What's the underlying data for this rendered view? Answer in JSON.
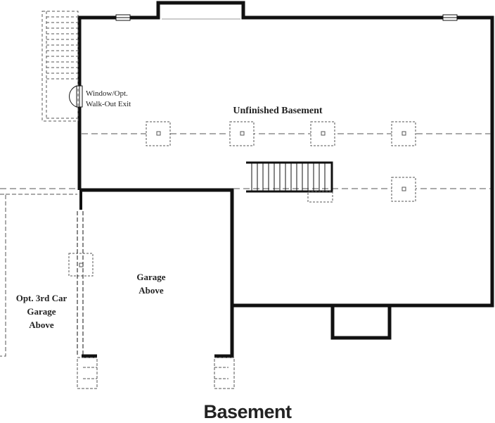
{
  "plan": {
    "title": "Basement",
    "rooms": {
      "basement": "Unfinished Basement",
      "garage": [
        "Garage",
        "Above"
      ],
      "third_car": [
        "Opt. 3rd Car",
        "Garage",
        "Above"
      ]
    },
    "window_note": [
      "Window/Opt.",
      "Walk-Out Exit"
    ]
  },
  "colors": {
    "wall": "#111111",
    "dashed": "#555555"
  }
}
